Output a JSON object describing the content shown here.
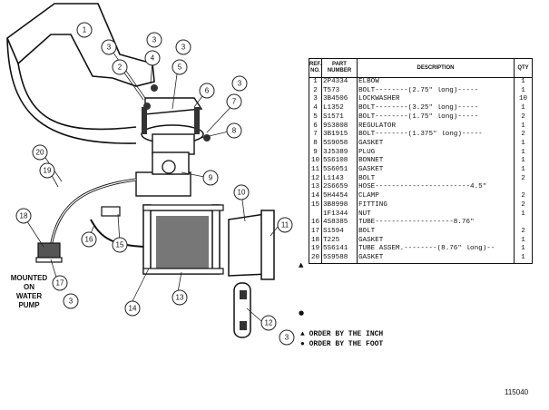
{
  "table": {
    "headers": {
      "ref": "REF. NO.",
      "part": "PART NUMBER",
      "desc": "DESCRIPTION",
      "qty": "QTY"
    },
    "rows": [
      {
        "ref": "1",
        "part": "2P4334",
        "desc": "ELBOW",
        "qty": "1"
      },
      {
        "ref": "2",
        "part": "T573",
        "desc": "BOLT--------(2.75\" long)-----",
        "qty": "1"
      },
      {
        "ref": "3",
        "part": "3B4506",
        "desc": "LOCKWASHER",
        "qty": "10"
      },
      {
        "ref": "4",
        "part": "L1352",
        "desc": "BOLT--------(3.25\" long)-----",
        "qty": "1"
      },
      {
        "ref": "5",
        "part": "S1571",
        "desc": "BOLT--------(1.75\" long)-----",
        "qty": "2"
      },
      {
        "ref": "6",
        "part": "9S3808",
        "desc": "REGULATOR",
        "qty": "1"
      },
      {
        "ref": "7",
        "part": "3B1915",
        "desc": "BOLT--------(1.375\" long)-----",
        "qty": "2"
      },
      {
        "ref": "8",
        "part": "5S9058",
        "desc": "GASKET",
        "qty": "1"
      },
      {
        "ref": "9",
        "part": "3J5389",
        "desc": "PLUG",
        "qty": "1"
      },
      {
        "ref": "10",
        "part": "5S6108",
        "desc": "BONNET",
        "qty": "1"
      },
      {
        "ref": "11",
        "part": "5S6051",
        "desc": "GASKET",
        "qty": "1"
      },
      {
        "ref": "12",
        "part": "L1143",
        "desc": "BOLT",
        "qty": "2"
      },
      {
        "ref": "13",
        "part": "2S6659",
        "desc": "HOSE-----------------------4.5\"",
        "qty": ""
      },
      {
        "ref": "14",
        "part": "5H4454",
        "desc": "CLAMP",
        "qty": "2"
      },
      {
        "ref": "15",
        "part": "3B8998",
        "desc": "FITTING",
        "qty": "2"
      },
      {
        "ref": "",
        "part": "1F1344",
        "desc": "  NUT",
        "qty": "1"
      },
      {
        "ref": "16",
        "part": "4S8385",
        "desc": "TUBE-------------------8.76\"",
        "qty": ""
      },
      {
        "ref": "17",
        "part": "S1594",
        "desc": "BOLT",
        "qty": "2"
      },
      {
        "ref": "18",
        "part": "T225",
        "desc": "GASKET",
        "qty": "1"
      },
      {
        "ref": "19",
        "part": "5S6141",
        "desc": "TUBE ASSEM.--------(8.76\" long)--",
        "qty": "1"
      },
      {
        "ref": "20",
        "part": "5S9588",
        "desc": "GASKET",
        "qty": "1"
      }
    ]
  },
  "marks": {
    "inch": "▲",
    "foot": "●"
  },
  "legend": {
    "inch": "▲ ORDER BY THE INCH",
    "foot": "● ORDER BY THE FOOT"
  },
  "mount_note": [
    "MOUNTED",
    "ON",
    "WATER",
    "PUMP"
  ],
  "figure_id": "115040",
  "callouts": [
    "1",
    "2",
    "3",
    "4",
    "5",
    "6",
    "7",
    "8",
    "9",
    "10",
    "11",
    "12",
    "13",
    "14",
    "15",
    "16",
    "17",
    "18",
    "19",
    "20"
  ]
}
